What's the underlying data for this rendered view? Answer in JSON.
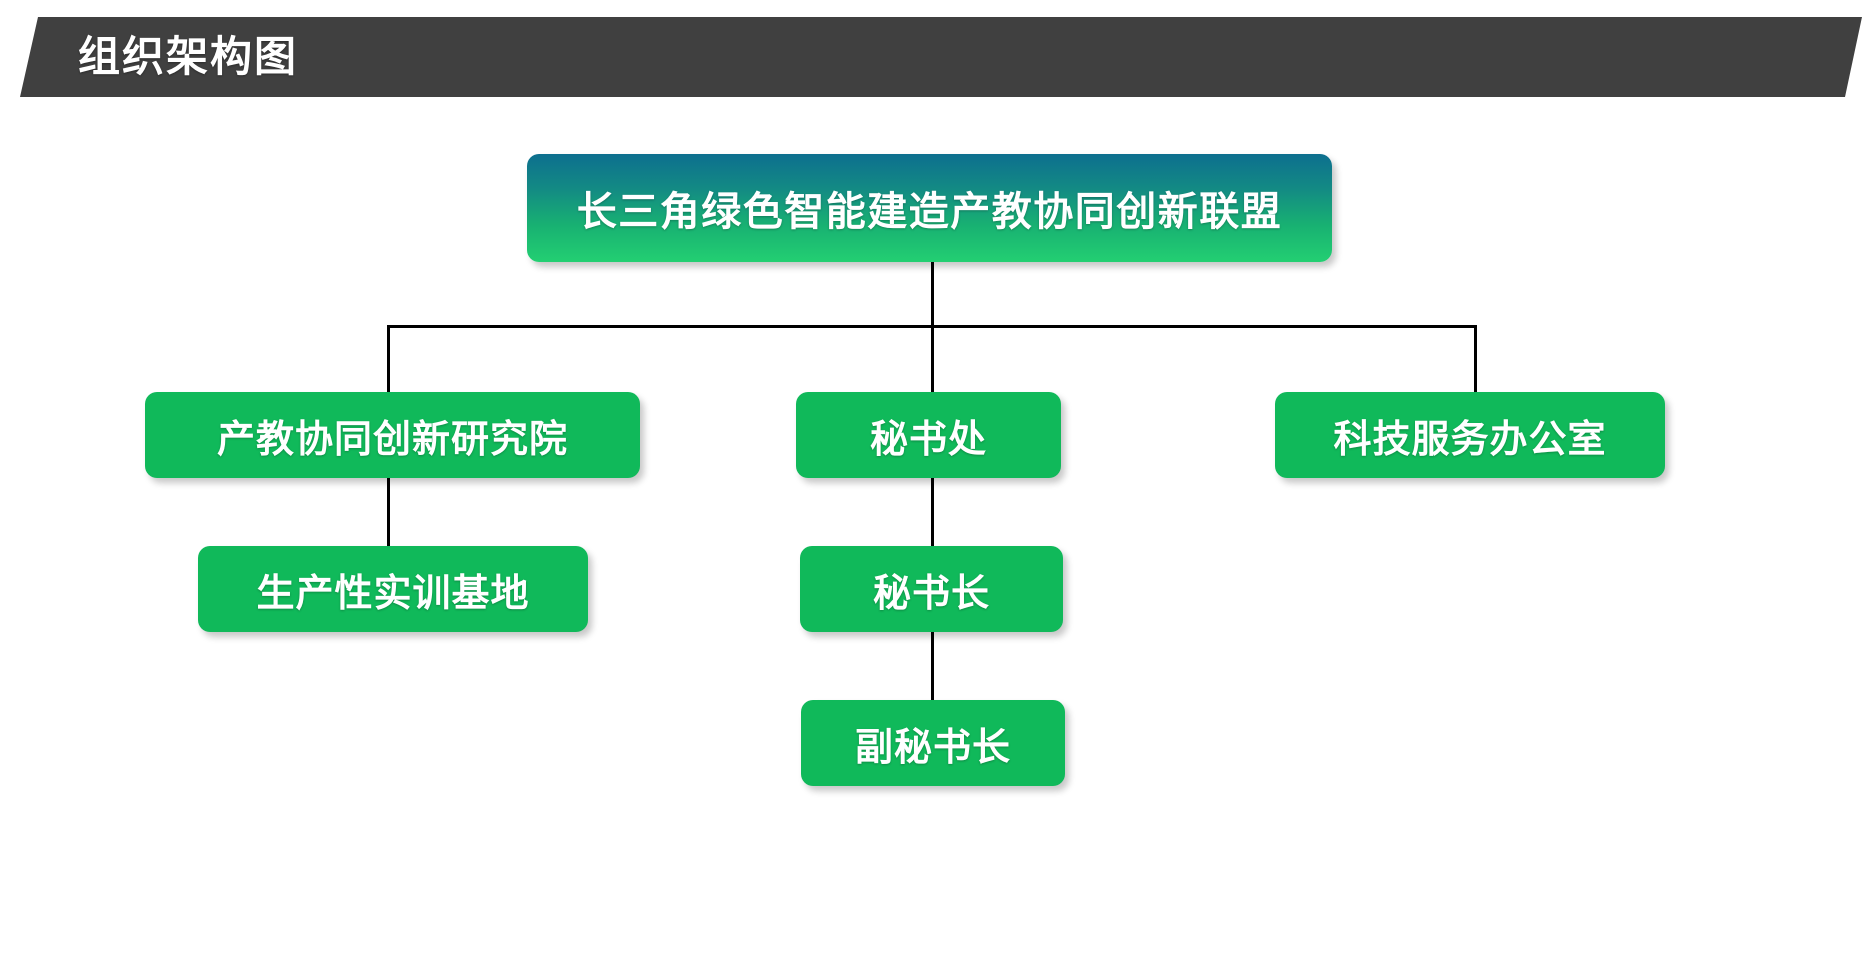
{
  "page": {
    "title": "组织架构图",
    "background_color": "#ffffff"
  },
  "banner": {
    "label": "组织架构图",
    "background_color": "#404040",
    "text_color": "#ffffff"
  },
  "colors": {
    "node_green": "#10b95a",
    "root_gradient_top": "#0d6f8f",
    "root_gradient_bottom": "#23cf72",
    "connector": "#000000"
  },
  "chart_data": {
    "type": "diagram",
    "title": "组织架构图",
    "nodes": [
      {
        "id": "root",
        "label": "长三角绿色智能建造产教协同创新联盟",
        "level": 0,
        "parent": null
      },
      {
        "id": "institute",
        "label": "产教协同创新研究院",
        "level": 1,
        "parent": "root"
      },
      {
        "id": "secretariat",
        "label": "秘书处",
        "level": 1,
        "parent": "root"
      },
      {
        "id": "techoffice",
        "label": "科技服务办公室",
        "level": 1,
        "parent": "root"
      },
      {
        "id": "trainbase",
        "label": "生产性实训基地",
        "level": 2,
        "parent": "institute"
      },
      {
        "id": "secgeneral",
        "label": "秘书长",
        "level": 2,
        "parent": "secretariat"
      },
      {
        "id": "deputysec",
        "label": "副秘书长",
        "level": 3,
        "parent": "secgeneral"
      }
    ],
    "edges": [
      {
        "from": "root",
        "to": "institute"
      },
      {
        "from": "root",
        "to": "secretariat"
      },
      {
        "from": "root",
        "to": "techoffice"
      },
      {
        "from": "institute",
        "to": "trainbase"
      },
      {
        "from": "secretariat",
        "to": "secgeneral"
      },
      {
        "from": "secgeneral",
        "to": "deputysec"
      }
    ]
  }
}
